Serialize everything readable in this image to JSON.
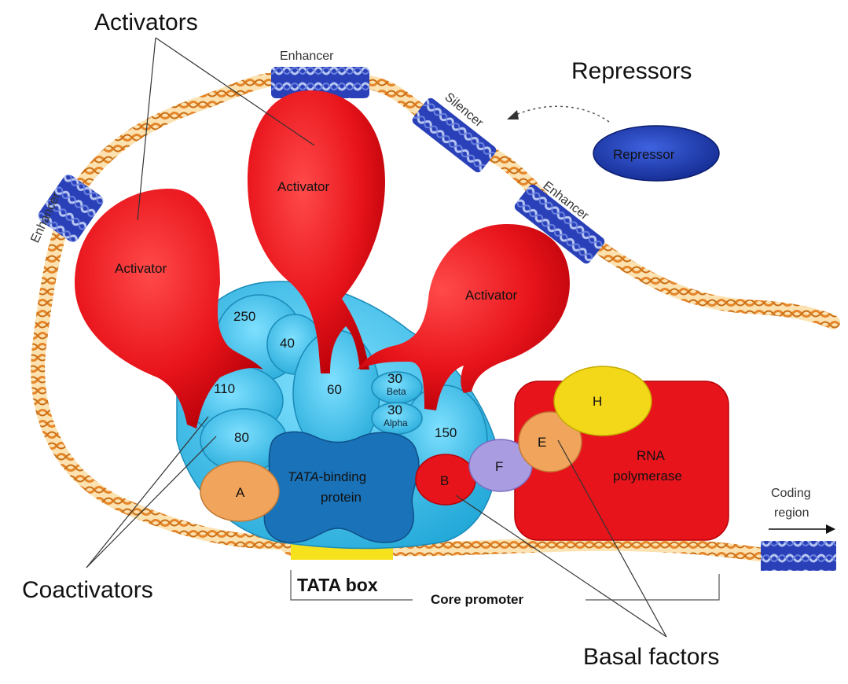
{
  "callouts": {
    "activators": "Activators",
    "repressors": "Repressors",
    "coactivators": "Coactivators",
    "basal_factors": "Basal factors"
  },
  "dna_regions": {
    "enhancer_left": "Enhancer",
    "enhancer_top": "Enhancer",
    "silencer": "Silencer",
    "enhancer_right": "Enhancer",
    "tata_box": "TATA box",
    "core_promoter": "Core promoter",
    "coding_region_line1": "Coding",
    "coding_region_line2": "region"
  },
  "proteins": {
    "activator": "Activator",
    "repressor": "Repressor",
    "tbp_italic": "TATA",
    "tbp_rest": "-binding",
    "tbp_line2": "protein",
    "rna_pol_line1": "RNA",
    "rna_pol_line2": "polymerase",
    "factor_a": "A",
    "factor_b": "B",
    "factor_e": "E",
    "factor_f": "F",
    "factor_h": "H"
  },
  "coactivator_subunits": {
    "s250": "250",
    "s40": "40",
    "s60": "60",
    "s110": "110",
    "s80": "80",
    "s150": "150",
    "s30a": "30",
    "s30a_sub": "Beta",
    "s30b": "30",
    "s30b_sub": "Alpha"
  },
  "colors": {
    "activator_red": "#e8141b",
    "repressor_blue": "#1a3fb0",
    "coactivator_cyan": "#3cc0e8",
    "tbp_blue": "#1a72b8",
    "dna_orange": "#f29a2e",
    "region_blue": "#3550c0",
    "tata_yellow": "#f5e21c",
    "factor_a_orange": "#f0a45c",
    "factor_f_lavender": "#a99ce0",
    "factor_h_yellow": "#f3d81a"
  }
}
